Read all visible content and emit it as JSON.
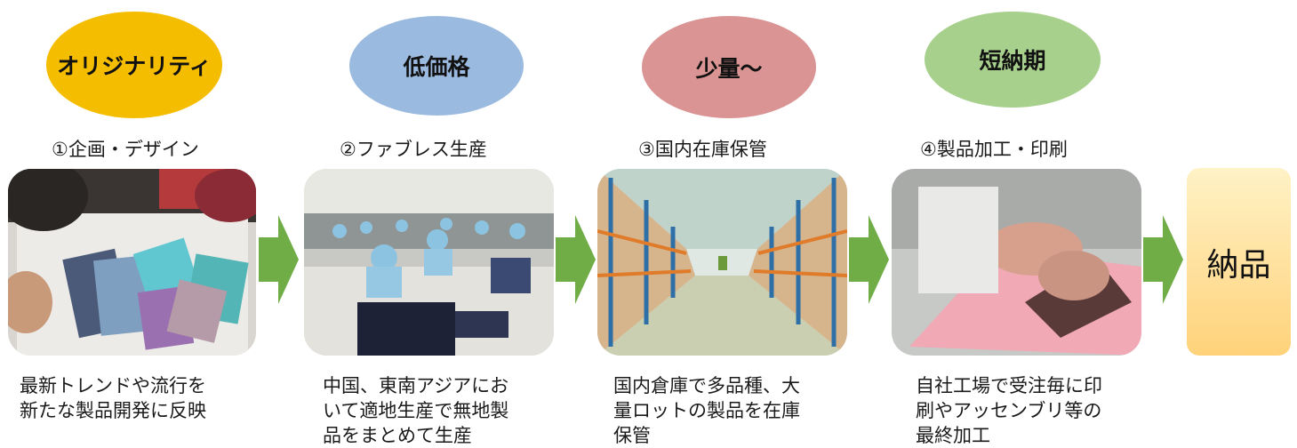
{
  "features": [
    {
      "label": "オリジナリティ",
      "color": "#f5bd00"
    },
    {
      "label": "低価格",
      "color": "#9bbadf"
    },
    {
      "label": "少量〜",
      "color": "#d99493"
    },
    {
      "label": "短納期",
      "color": "#a8d08d"
    }
  ],
  "steps": [
    {
      "title": "①企画・デザイン",
      "photo_icon": "design-swatches-photo",
      "lines": [
        "最新トレンドや流行を",
        "新たな製品開発に反映"
      ]
    },
    {
      "title": "②ファブレス生産",
      "photo_icon": "sewing-factory-photo",
      "lines": [
        "中国、東南アジアにお",
        "いて適地生産で無地製",
        "品をまとめて生産"
      ]
    },
    {
      "title": "③国内在庫保管",
      "photo_icon": "warehouse-photo",
      "lines": [
        "国内倉庫で多品種、大",
        "量ロットの製品を在庫",
        "保管"
      ]
    },
    {
      "title": "④製品加工・印刷",
      "photo_icon": "screen-printing-photo",
      "lines": [
        "自社工場で受注毎に印",
        "刷やアッセンブリ等の",
        "最終加工"
      ]
    }
  ],
  "final": {
    "label": "納品"
  },
  "colors": {
    "arrow": "#70ad47",
    "delivery": "#ffd27a"
  }
}
